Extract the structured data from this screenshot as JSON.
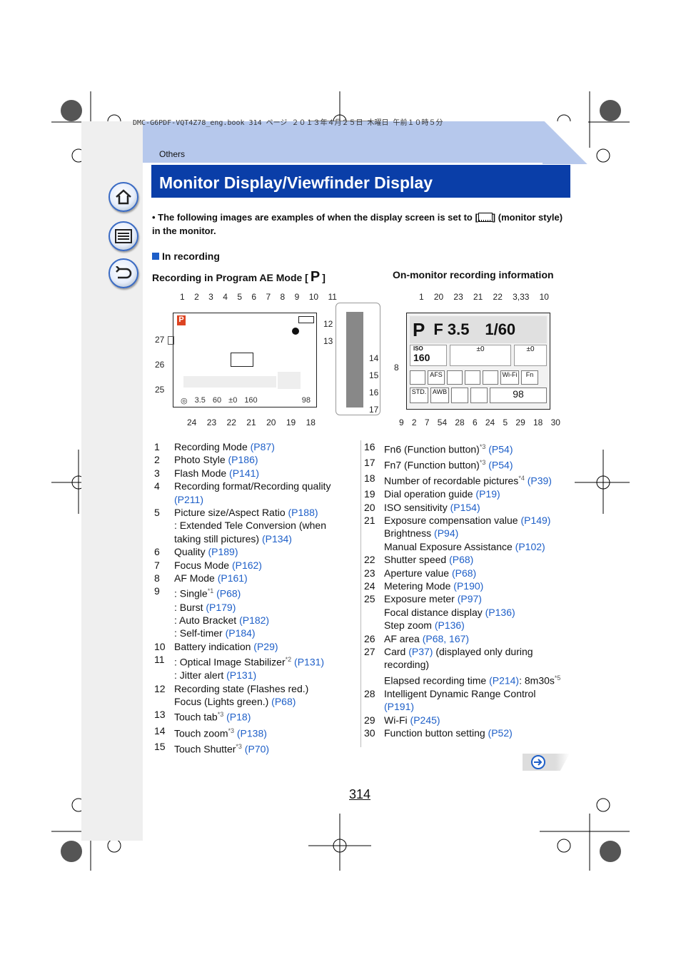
{
  "header_line": "DMC-G6PDF-VQT4Z78_eng.book  314 ページ  ２０１３年４月２５日  木曜日  午前１０時５分",
  "section": "Others",
  "title": "Monitor Display/Viewfinder Display",
  "note": "• The following images are examples of when the display screen is set to [",
  "note_end": "] (monitor style) in the monitor.",
  "subheading": "In recording",
  "caption_left": "Recording in Program AE Mode [",
  "caption_left_mode": "P",
  "caption_left_end": "]",
  "caption_right": "On-monitor recording information",
  "screen": {
    "mode": "P",
    "aperture": "F 3.5",
    "shutter": "1/60",
    "iso_label": "ISO",
    "iso": "160",
    "exp": "±0",
    "flash_comp": "±0",
    "af": "AFS",
    "wb": "AWB",
    "std": "STD.",
    "wifi": "Wi-Fi",
    "fn": "Fn",
    "remaining": "98",
    "bar_ap": "3.5",
    "bar_ss": "60",
    "bar_iso": "160",
    "bar_rem": "98",
    "bar_exp": "±0"
  },
  "callouts_top_left": [
    "1",
    "2",
    "3",
    "4",
    "5",
    "6",
    "7",
    "8",
    "9",
    "10",
    "11"
  ],
  "callouts_right_left": [
    "12",
    "13",
    "14",
    "15",
    "16",
    "17"
  ],
  "callouts_left_side": [
    "27",
    "26",
    "25"
  ],
  "callouts_bottom_left": [
    "24",
    "23",
    "22",
    "21",
    "20",
    "19",
    "18"
  ],
  "callouts_top_right": [
    "1",
    "20",
    "23",
    "21",
    "22",
    "3,33",
    "10"
  ],
  "callout_right_8": "8",
  "callouts_bottom_right": [
    "9",
    "2",
    "7",
    "54",
    "28",
    "6",
    "24",
    "5",
    "29",
    "18",
    "30"
  ],
  "items_left": [
    {
      "n": "1",
      "text": "Recording Mode ",
      "link": "(P87)"
    },
    {
      "n": "2",
      "text": "Photo Style ",
      "link": "(P186)"
    },
    {
      "n": "3",
      "text": "Flash Mode ",
      "link": "(P141)"
    },
    {
      "n": "4",
      "text": "Recording format/Recording quality",
      "link": ""
    },
    {
      "n": "",
      "text": "",
      "link": "(P211)"
    },
    {
      "n": "5",
      "text": "Picture size/Aspect Ratio ",
      "link": "(P188)"
    },
    {
      "n": "",
      "text": "   : Extended Tele Conversion (when",
      "link": ""
    },
    {
      "n": "",
      "text": "taking still pictures) ",
      "link": "(P134)"
    },
    {
      "n": "6",
      "text": "Quality ",
      "link": "(P189)"
    },
    {
      "n": "7",
      "text": "Focus Mode ",
      "link": "(P162)"
    },
    {
      "n": "8",
      "text": "AF Mode ",
      "link": "(P161)"
    },
    {
      "n": "9",
      "text": "     : Single",
      "sup": "*1",
      "link": " (P68)"
    },
    {
      "n": "",
      "text": "     : Burst ",
      "link": "(P179)"
    },
    {
      "n": "",
      "text": "     : Auto Bracket ",
      "link": "(P182)"
    },
    {
      "n": "",
      "text": "     : Self-timer ",
      "link": "(P184)"
    },
    {
      "n": "10",
      "text": "Battery indication ",
      "link": "(P29)"
    },
    {
      "n": "11",
      "text": "      : Optical Image Stabilizer",
      "sup": "*2",
      "link": " (P131)"
    },
    {
      "n": "",
      "text": "      : Jitter alert ",
      "link": "(P131)"
    },
    {
      "n": "12",
      "text": "Recording state (Flashes red.)",
      "link": ""
    },
    {
      "n": "",
      "text": "Focus (Lights green.) ",
      "link": "(P68)"
    },
    {
      "n": "13",
      "text": "Touch tab",
      "sup": "*3",
      "link": " (P18)"
    },
    {
      "n": "14",
      "text": "Touch zoom",
      "sup": "*3",
      "link": " (P138)"
    },
    {
      "n": "15",
      "text": "Touch Shutter",
      "sup": "*3",
      "link": " (P70)"
    }
  ],
  "items_right": [
    {
      "n": "16",
      "text": "Fn6 (Function button)",
      "sup": "*3",
      "link": " (P54)"
    },
    {
      "n": "17",
      "text": "Fn7 (Function button)",
      "sup": "*3",
      "link": " (P54)"
    },
    {
      "n": "18",
      "text": "Number of recordable pictures",
      "sup": "*4",
      "link": " (P39)"
    },
    {
      "n": "19",
      "text": "Dial operation guide ",
      "link": "(P19)"
    },
    {
      "n": "20",
      "text": "ISO sensitivity ",
      "link": "(P154)"
    },
    {
      "n": "21",
      "text": "Exposure compensation value ",
      "link": "(P149)"
    },
    {
      "n": "",
      "text": "Brightness ",
      "link": "(P94)"
    },
    {
      "n": "",
      "text": "Manual Exposure Assistance ",
      "link": "(P102)"
    },
    {
      "n": "22",
      "text": "Shutter speed ",
      "link": "(P68)"
    },
    {
      "n": "23",
      "text": "Aperture value ",
      "link": "(P68)"
    },
    {
      "n": "24",
      "text": "Metering Mode ",
      "link": "(P190)"
    },
    {
      "n": "25",
      "text": "Exposure meter ",
      "link": "(P97)"
    },
    {
      "n": "",
      "text": "Focal distance display ",
      "link": "(P136)"
    },
    {
      "n": "",
      "text": "Step zoom ",
      "link": "(P136)"
    },
    {
      "n": "26",
      "text": "AF area ",
      "link": "(P68, 167)"
    },
    {
      "n": "27",
      "text": "Card ",
      "link": "(P37)",
      "tail": " (displayed only during"
    },
    {
      "n": "",
      "text": "recording)",
      "link": ""
    },
    {
      "n": "",
      "text": "Elapsed recording time ",
      "link": "(P214)",
      "tail": ": 8m30s",
      "sup": "*5"
    },
    {
      "n": "28",
      "text": "Intelligent Dynamic Range Control",
      "link": ""
    },
    {
      "n": "",
      "text": "",
      "link": "(P191)"
    },
    {
      "n": "29",
      "text": "Wi-Fi ",
      "link": "(P245)"
    },
    {
      "n": "30",
      "text": "Function button setting ",
      "link": "(P52)"
    }
  ],
  "page_number": "314",
  "colors": {
    "title_bg": "#0a3ea8",
    "header_band": "#b6c8ec",
    "link": "#1e5fc8"
  }
}
